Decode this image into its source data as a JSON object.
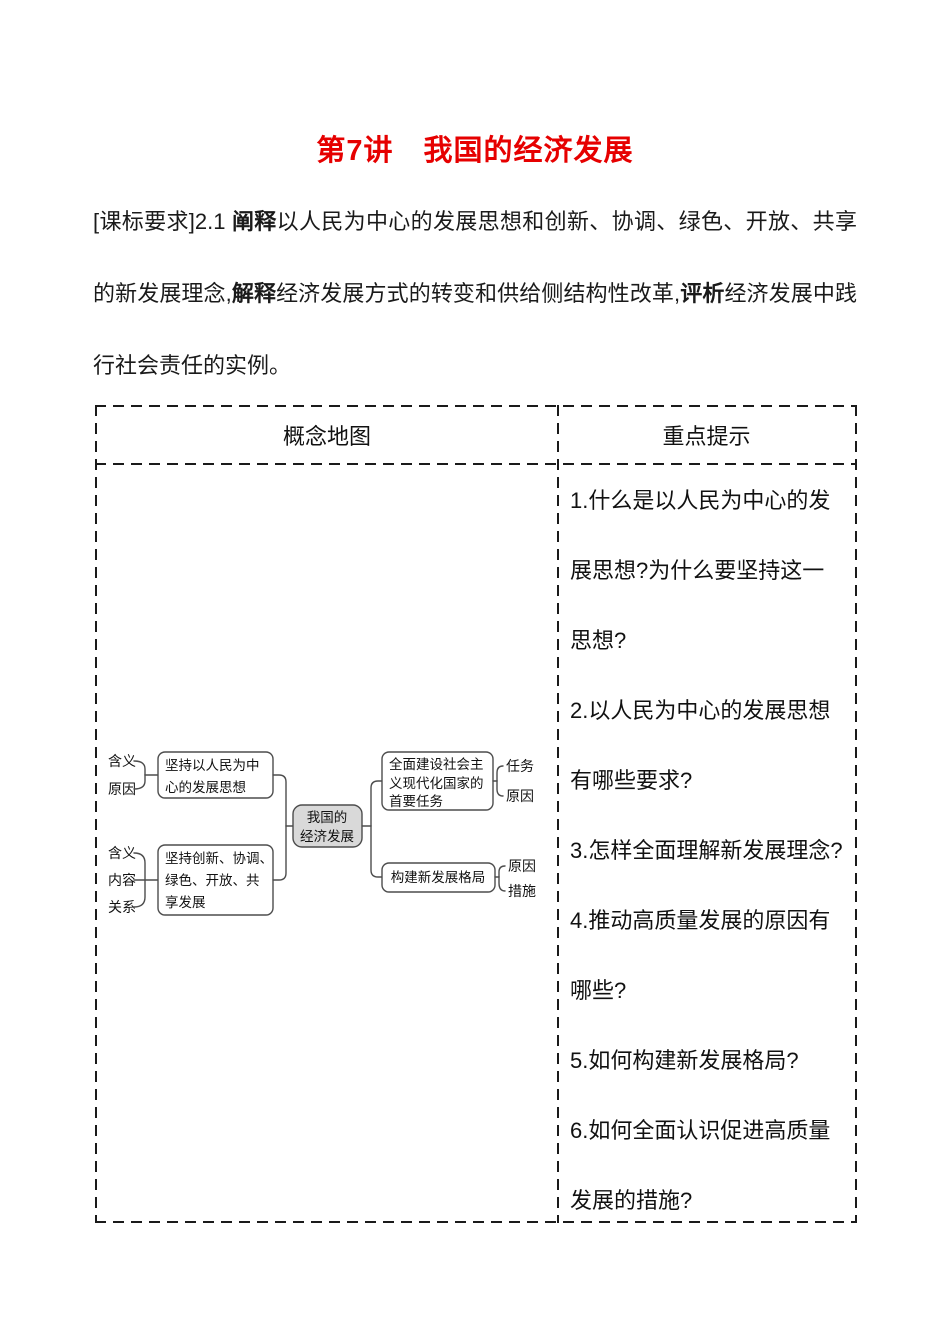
{
  "page": {
    "title": "第7讲　我国的经济发展"
  },
  "intro": {
    "segments": [
      {
        "text": "[课标要求]2.1 "
      },
      {
        "text": "阐释"
      },
      {
        "text": "以人民为中心的发展思想和创新、协调、绿色、开放、共享的新发展理念,"
      },
      {
        "text": "解释"
      },
      {
        "text": "经济发展方式的转变和供给侧结构性改革,"
      },
      {
        "text": "评析"
      },
      {
        "text": "经济发展中践行社会责任的实例。"
      }
    ]
  },
  "table": {
    "header": {
      "left": "概念地图",
      "right": "重点提示"
    },
    "questions": [
      "1.什么是以人民为中心的发展思想?为什么要坚持这一思想?",
      "2.以人民为中心的发展思想有哪些要求?",
      "3.怎样全面理解新发展理念?",
      "4.推动高质量发展的原因有哪些?",
      "5.如何构建新发展格局?",
      "6.如何全面认识促进高质量发展的措施?"
    ]
  },
  "concept_map": {
    "center": {
      "lines": [
        "我国的",
        "经济发展"
      ]
    },
    "box_people_centered": {
      "lines": [
        "坚持以人民为中",
        "心的发展思想"
      ]
    },
    "box_new_development": {
      "lines": [
        "坚持创新、协调、",
        "绿色、开放、共",
        "享发展"
      ]
    },
    "box_modernization": {
      "lines": [
        "全面建设社会主",
        "义现代化国家的",
        "首要任务"
      ]
    },
    "box_new_pattern": {
      "lines": [
        "构建新发展格局"
      ]
    },
    "left_top_labels": [
      "含义",
      "原因"
    ],
    "left_bottom_labels": [
      "含义",
      "内容",
      "关系"
    ],
    "right_top_labels": [
      "任务",
      "原因"
    ],
    "right_bottom_labels": [
      "原因",
      "措施"
    ]
  },
  "colors": {
    "title_red": "#e60000",
    "center_node_fill": "#d9d9d9",
    "table_line": "#1a1a1a"
  }
}
